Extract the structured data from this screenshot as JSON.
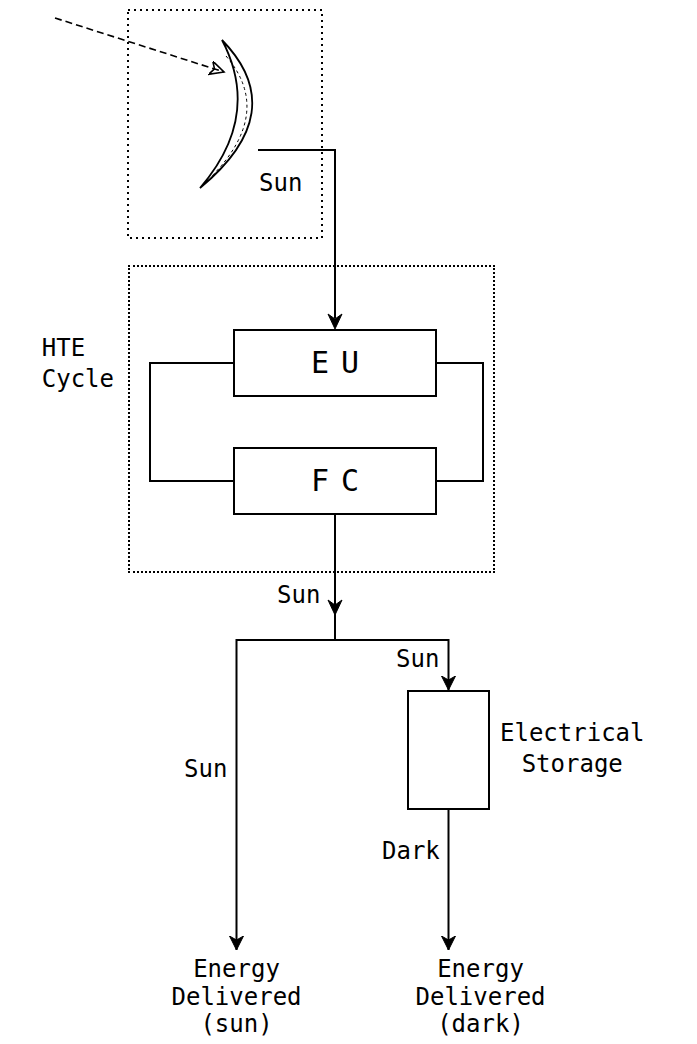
{
  "diagram": {
    "nodes": [
      {
        "text": [
          "HTE Cycle"
        ]
      },
      {
        "text": [
          "EU"
        ],
        "in": 0
      },
      {
        "text": [
          "FC"
        ],
        "in": 0
      },
      {
        "text": [
          "Electrical Storage"
        ]
      },
      {
        "text": [
          "Energy Delivered (sun)"
        ]
      },
      {
        "text": [
          "Energy Delivered (dark)"
        ]
      }
    ],
    "edges": [
      {
        "from": 1,
        "to": 2,
        "arrow": "none"
      },
      {
        "from": 1,
        "to": 2,
        "arrow": "none"
      },
      {
        "from": 2,
        "to": 4,
        "label": "Sun",
        "arrow": "to"
      },
      {
        "from": 2,
        "to": 3,
        "label": "Sun",
        "arrow": "to"
      },
      {
        "from": 3,
        "to": 5,
        "label": "Dark",
        "arrow": "to"
      }
    ],
    "labels": [
      "Sun",
      "Sun"
    ]
  }
}
